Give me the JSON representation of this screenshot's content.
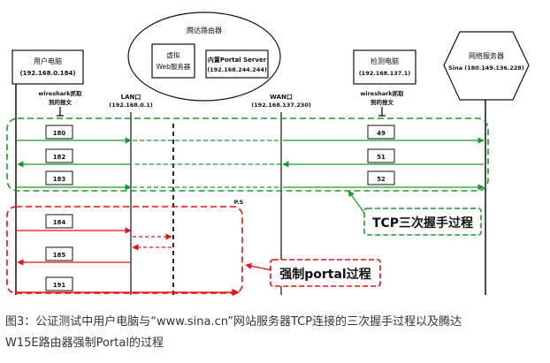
{
  "nodes": {
    "user_pc": {
      "title": "用户电脑",
      "ip": "(192.168.0.184)"
    },
    "router": {
      "title": "腾达路由器"
    },
    "virtual_web": {
      "line1": "虚拟",
      "line2": "Web服务器"
    },
    "portal_server": {
      "line1": "内置Portal Server",
      "line2": "(192.168.244.244)"
    },
    "monitor_pc": {
      "title": "检测电脑",
      "ip": "(192.168.137.1)"
    },
    "web_server": {
      "title": "网络服务器",
      "ip": "Sina (180.149.136.228)"
    }
  },
  "ports": {
    "lan": {
      "label": "LAN口",
      "ip": "(192.168.0.1)"
    },
    "wan": {
      "label": "WAN口",
      "ip": "(192.168.137.230)"
    }
  },
  "captures": {
    "left": {
      "line1": "wireshark抓取",
      "line2": "到的报文"
    },
    "right": {
      "line1": "wireshark抓取",
      "line2": "到的报文"
    }
  },
  "packets": {
    "p180": "180",
    "p182": "182",
    "p183": "183",
    "p49": "49",
    "p51": "51",
    "p52": "52",
    "p184": "184",
    "p185": "185",
    "p191": "191"
  },
  "ps_label": "P.S",
  "callouts": {
    "tcp": "TCP三次握手过程",
    "portal": "强制portal过程"
  },
  "caption": {
    "line1": "图3：公证测试中用户电脑与“www.sina.cn”网站服务器TCP连接的三次握手过程以及腾达",
    "line2": "W15E路由器强制Portal的过程"
  },
  "colors": {
    "green": "#1a9a2a",
    "red": "#e81010",
    "black": "#111111",
    "caption": "#333333"
  }
}
